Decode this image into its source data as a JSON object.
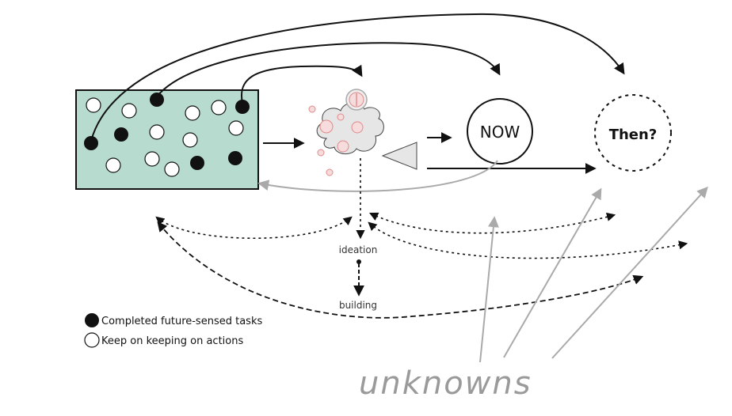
{
  "labels": {
    "now": "NOW",
    "then": "Then?",
    "ideation": "ideation",
    "building": "building",
    "unknowns": "unknowns"
  },
  "legend": {
    "completed": "Completed future-sensed tasks",
    "keep_on": "Keep on keeping on actions"
  },
  "colors": {
    "box_fill": "#b7dccf",
    "line": "#111111",
    "gray_line": "#aaaaaa",
    "cloud_fill": "#e6e6e6",
    "bubble_accent": "#e08a8a"
  }
}
